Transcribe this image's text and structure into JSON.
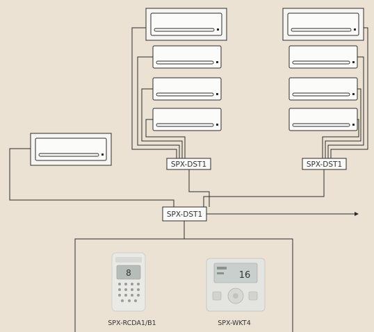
{
  "diagram": {
    "colors": {
      "background": "#ece2d3",
      "line": "#2a2a2a",
      "panel": "#f7f7f5",
      "controller": "#e6e6e3"
    },
    "distributors": [
      {
        "id": "dst-left",
        "label": "SPX-DST1"
      },
      {
        "id": "dst-right",
        "label": "SPX-DST1"
      },
      {
        "id": "dst-main",
        "label": "SPX-DST1"
      }
    ],
    "controllers": [
      {
        "id": "ctrl-rcda",
        "label": "SPX-RCDA1/B1",
        "icon": "handheld-remote-icon"
      },
      {
        "id": "ctrl-wkt",
        "label": "SPX-WKT4",
        "icon": "wall-controller-icon",
        "screen_value": "16"
      }
    ],
    "units": [
      {
        "id": "unit-l1",
        "framed": true,
        "icon": "wall-ac-unit-icon"
      },
      {
        "id": "unit-l2",
        "framed": false,
        "icon": "wall-ac-unit-icon"
      },
      {
        "id": "unit-l3",
        "framed": false,
        "icon": "wall-ac-unit-icon"
      },
      {
        "id": "unit-l4",
        "framed": false,
        "icon": "wall-ac-unit-icon"
      },
      {
        "id": "unit-r1",
        "framed": true,
        "icon": "wall-ac-unit-icon"
      },
      {
        "id": "unit-r2",
        "framed": false,
        "icon": "wall-ac-unit-icon"
      },
      {
        "id": "unit-r3",
        "framed": false,
        "icon": "wall-ac-unit-icon"
      },
      {
        "id": "unit-r4",
        "framed": false,
        "icon": "wall-ac-unit-icon"
      },
      {
        "id": "unit-solo",
        "framed": true,
        "icon": "wall-ac-unit-icon"
      }
    ]
  }
}
